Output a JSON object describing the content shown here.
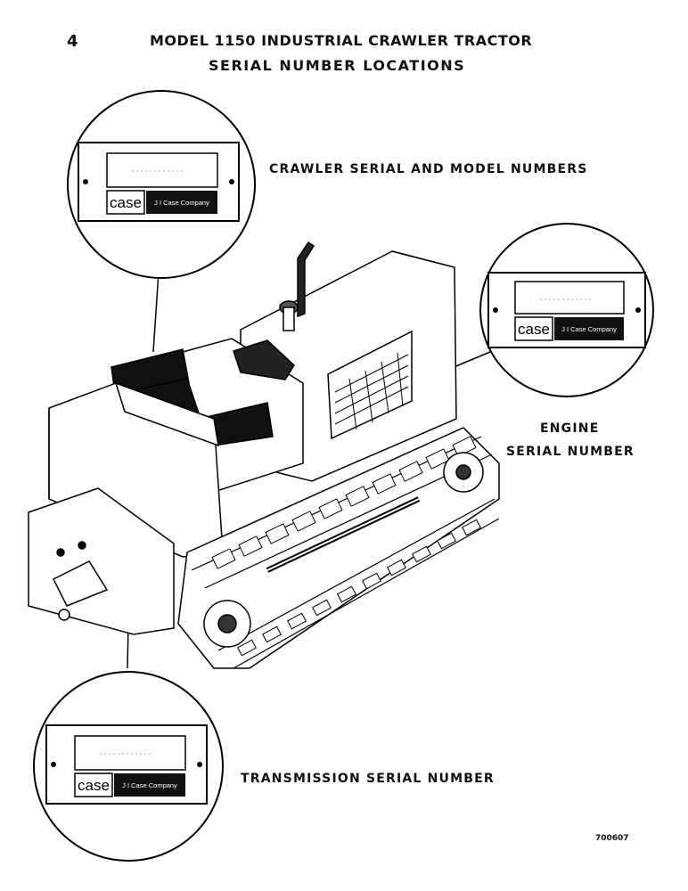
{
  "header": {
    "page_number": "4",
    "title": "MODEL 1150 INDUSTRIAL CRAWLER TRACTOR",
    "subtitle": "SERIAL NUMBER LOCATIONS"
  },
  "callouts": {
    "crawler": "CRAWLER SERIAL AND MODEL NUMBERS",
    "engine_line1": "ENGINE",
    "engine_line2": "SERIAL NUMBER",
    "transmission": "TRANSMISSION SERIAL NUMBER"
  },
  "plate": {
    "brand": "case",
    "company": "J I Case Company"
  },
  "figure_number": "700607"
}
